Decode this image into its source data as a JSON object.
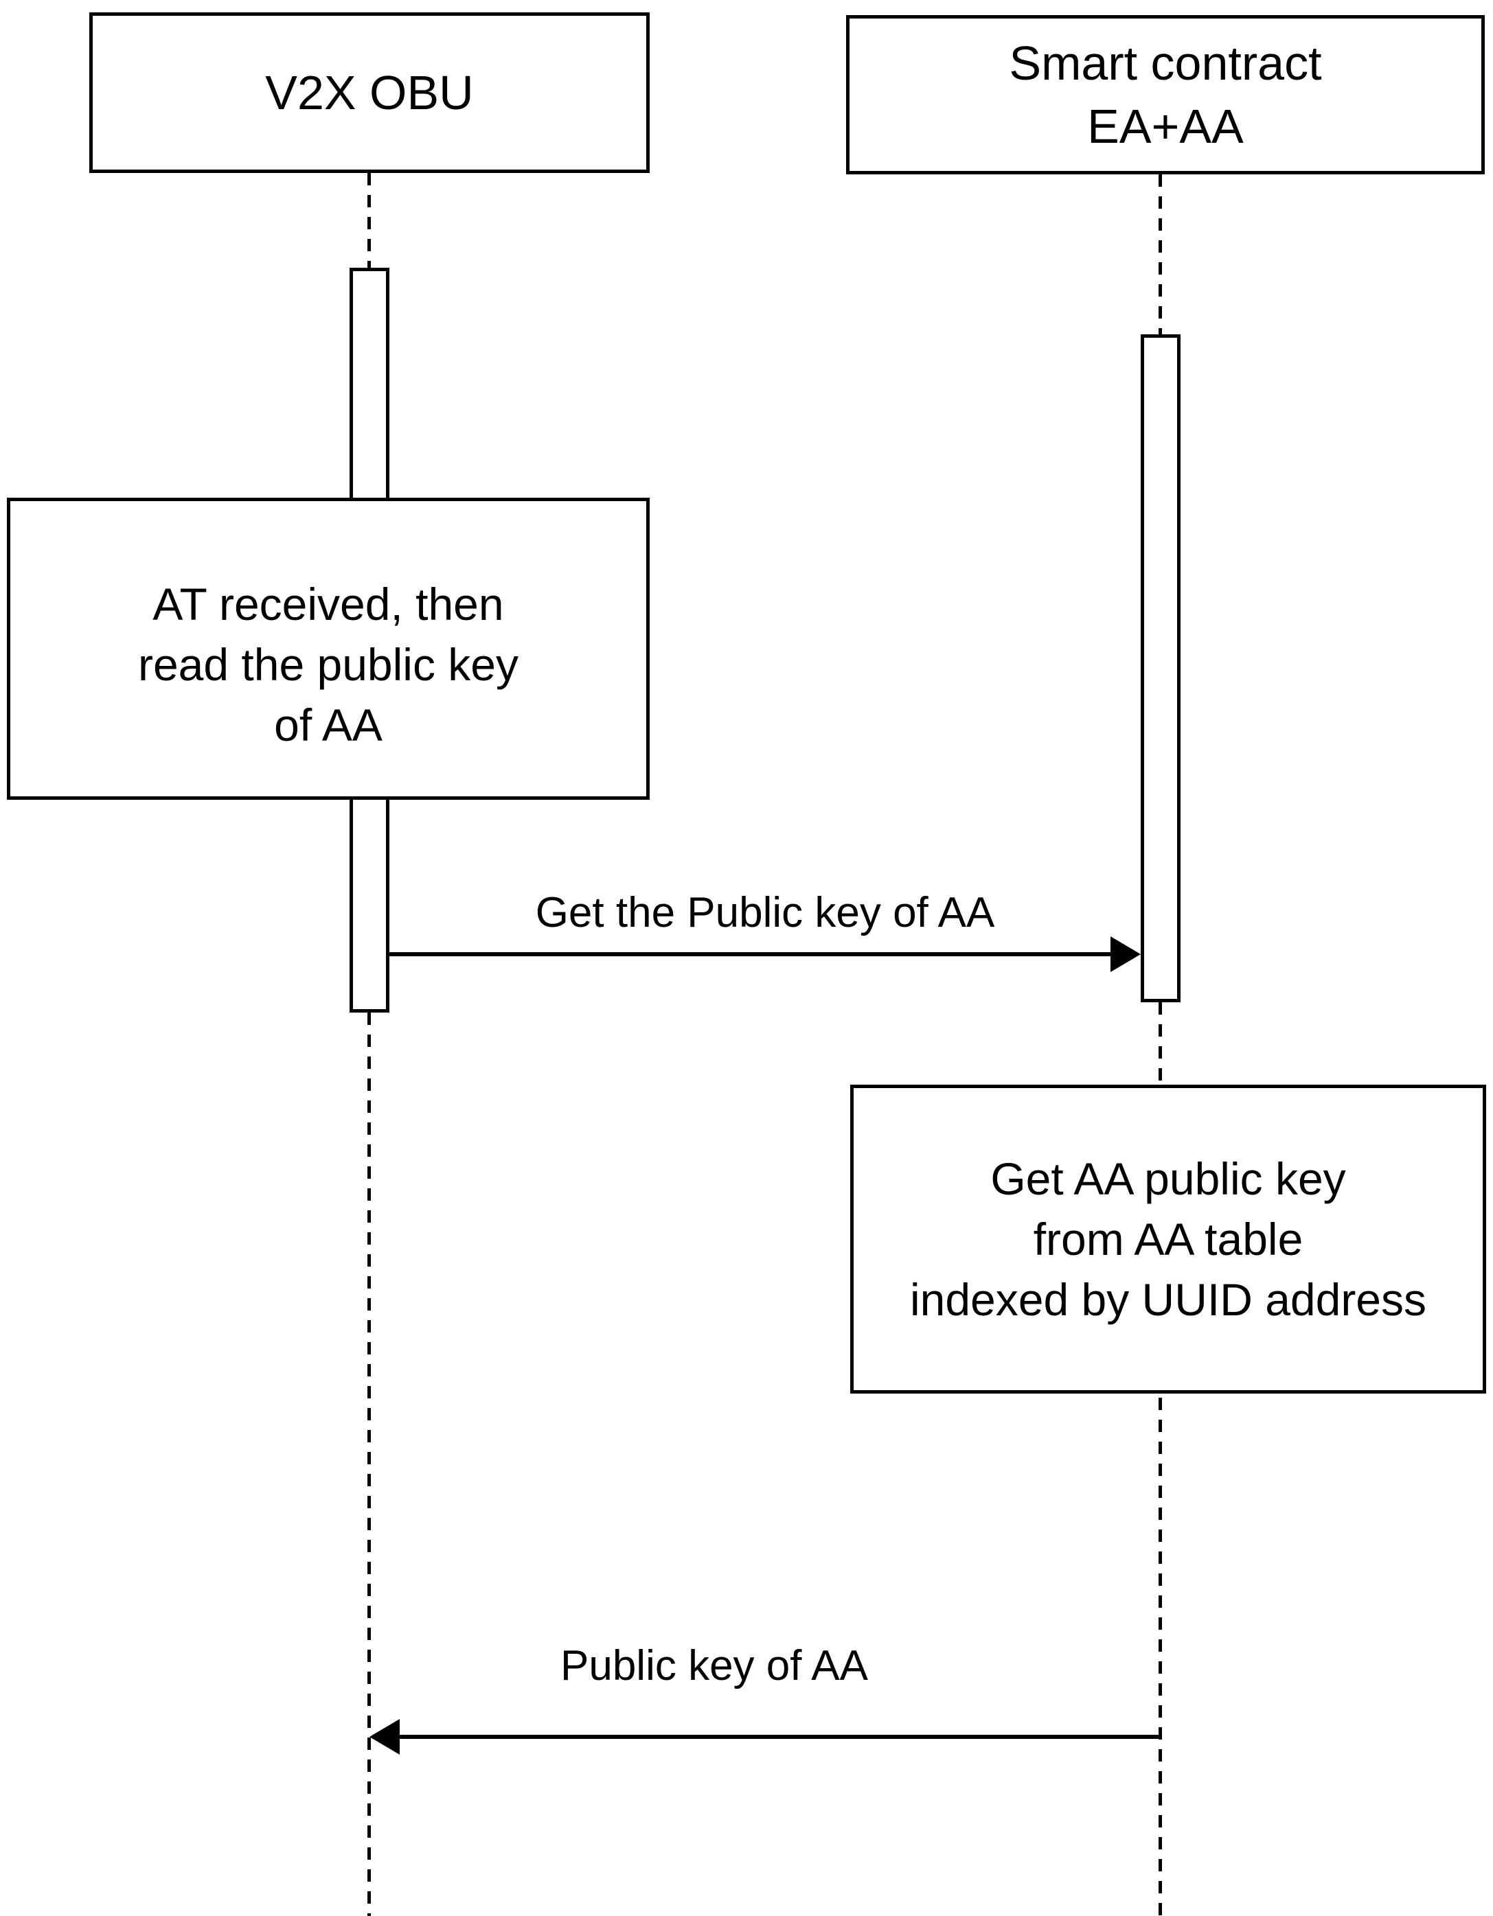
{
  "diagram": {
    "type": "sequence-diagram",
    "colors": {
      "stroke": "#000000",
      "fill": "#ffffff"
    },
    "participants": [
      {
        "id": "v2x-obu",
        "lines": [
          "V2X OBU"
        ]
      },
      {
        "id": "smart-contract-ea-aa",
        "lines": [
          "Smart contract",
          "EA+AA"
        ]
      }
    ],
    "notes": [
      {
        "on": "v2x-obu",
        "lines": [
          "AT received, then",
          "read the public key",
          "of AA"
        ]
      },
      {
        "on": "smart-contract-ea-aa",
        "lines": [
          "Get AA public key",
          "from AA table",
          "indexed by UUID address"
        ]
      }
    ],
    "messages": [
      {
        "label": "Get the Public key of AA",
        "from": "v2x-obu",
        "to": "smart-contract-ea-aa",
        "direction": "right"
      },
      {
        "label": "Public key of AA",
        "from": "smart-contract-ea-aa",
        "to": "v2x-obu",
        "direction": "left"
      }
    ]
  }
}
